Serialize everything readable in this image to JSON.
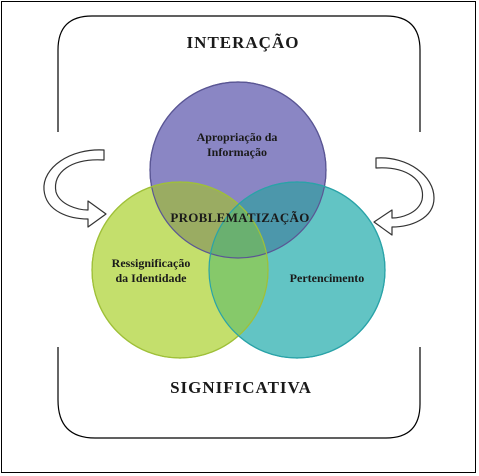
{
  "diagram": {
    "top_label": "INTERAÇÃO",
    "bottom_label": "SIGNIFICATIVA",
    "center_label": "PROBLEMATIZAÇÃO",
    "circles": {
      "top": {
        "line1": "Apropriação da",
        "line2": "Informação",
        "fill": "#8a86c4",
        "stroke": "#5a5694"
      },
      "left": {
        "line1": "Ressignificação",
        "line2": "da Identidade",
        "fill": "#c4df6c",
        "stroke": "#9fc039"
      },
      "right": {
        "line1": "Pertencimento",
        "fill": "#62c4c4",
        "stroke": "#2aa3a8"
      }
    },
    "colors": {
      "overlap_top_left": "#9aac62",
      "overlap_top_right": "#4c97ab",
      "overlap_left_right": "#86c96a",
      "overlap_all": "#6ab070"
    },
    "arrows": {
      "left": "curved-arrow-right-icon",
      "right": "curved-arrow-left-icon"
    }
  }
}
